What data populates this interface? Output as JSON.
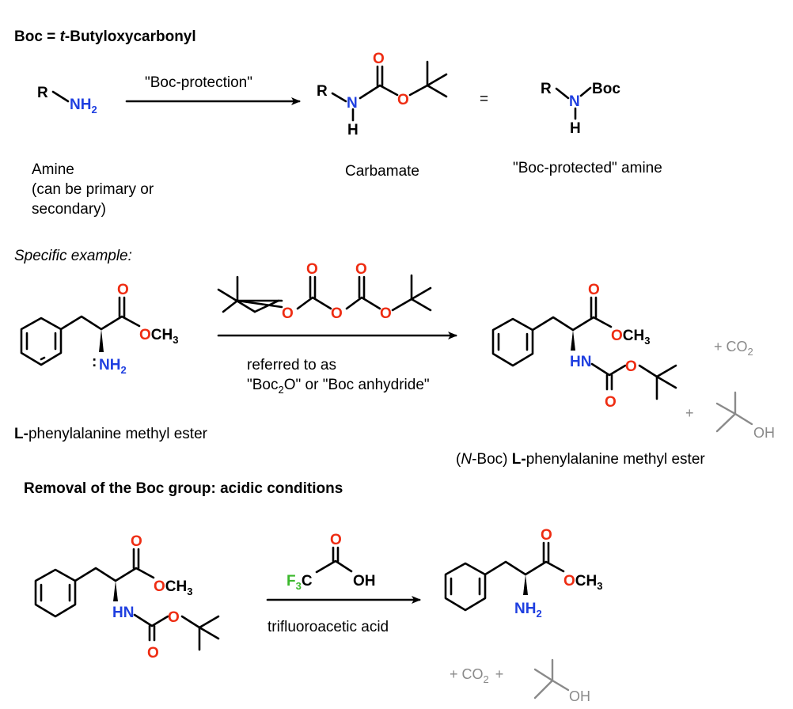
{
  "heading_boc": {
    "bold": "Boc = ",
    "italic": "t",
    "rest": "-Butyloxycarbonyl"
  },
  "atoms": {
    "R": "R",
    "N": "N",
    "H": "H",
    "O": "O",
    "NH": "NH",
    "HN": "HN",
    "OH": "OH",
    "CH": "CH",
    "sub2": "2",
    "sub3": "3",
    "Boc": "Boc",
    "F": "F",
    "C": "C",
    "C_lone": "C",
    "lone_pair": ":"
  },
  "top": {
    "arrow_label": "\"Boc-protection\"",
    "equals": "=",
    "amine_caption": [
      "Amine",
      "(can be primary or",
      "secondary)"
    ],
    "carbamate_caption": "Carbamate",
    "boc_amine_caption": "\"Boc-protected\" amine"
  },
  "example": {
    "label": "Specific example:",
    "arrow_caption_1": "referred to as",
    "arrow_caption_2a": "\"Boc",
    "arrow_caption_2b": "2",
    "arrow_caption_2c": "O\" or \"Boc anhydride\"",
    "start_bold": "L-",
    "start_rest": "phenylalanine methyl ester",
    "product_open": "(",
    "product_italic": "N",
    "product_mid": "-Boc) ",
    "product_bold": "L-",
    "product_rest": "phenylalanine methyl ester",
    "plus": "+",
    "co2_a": "+ CO",
    "co2_b": "2"
  },
  "removal": {
    "heading": "Removal of the Boc group: acidic conditions",
    "reagent_caption": "trifluoroacetic acid",
    "byproducts_a": "+ CO",
    "byproducts_b": "2",
    "byproducts_c": "+"
  },
  "colors": {
    "nitrogen": "#1f3fe0",
    "oxygen": "#ee2c12",
    "fluorine": "#3bb82c",
    "byproduct_grey": "#8a8a8a"
  }
}
